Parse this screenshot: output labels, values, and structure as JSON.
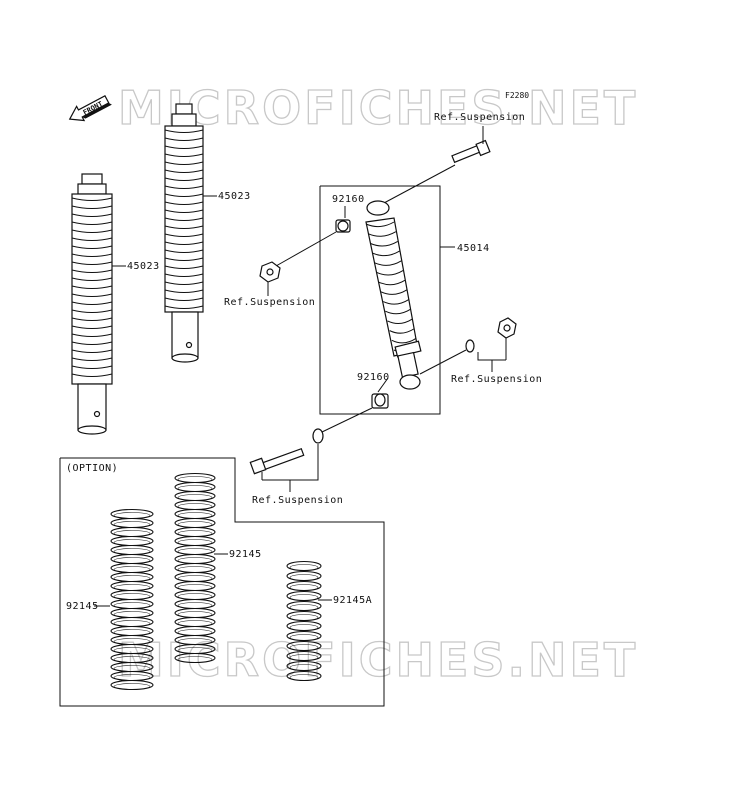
{
  "diagram_code": "F2280",
  "watermark": "MICROFICHES.NET",
  "front_marker": "FRONT",
  "option_group": "(OPTION)",
  "labels": {
    "shock_left": "45023",
    "shock_mid": "45023",
    "shock_assembly": "45014",
    "bushing_top": "92160",
    "bushing_bottom": "92160",
    "spring_center": "92145",
    "spring_left": "92145",
    "spring_small": "92145A",
    "ref_top": "Ref.Suspension",
    "ref_left": "Ref.Suspension",
    "ref_right": "Ref.Suspension",
    "ref_bottom": "Ref.Suspension"
  }
}
